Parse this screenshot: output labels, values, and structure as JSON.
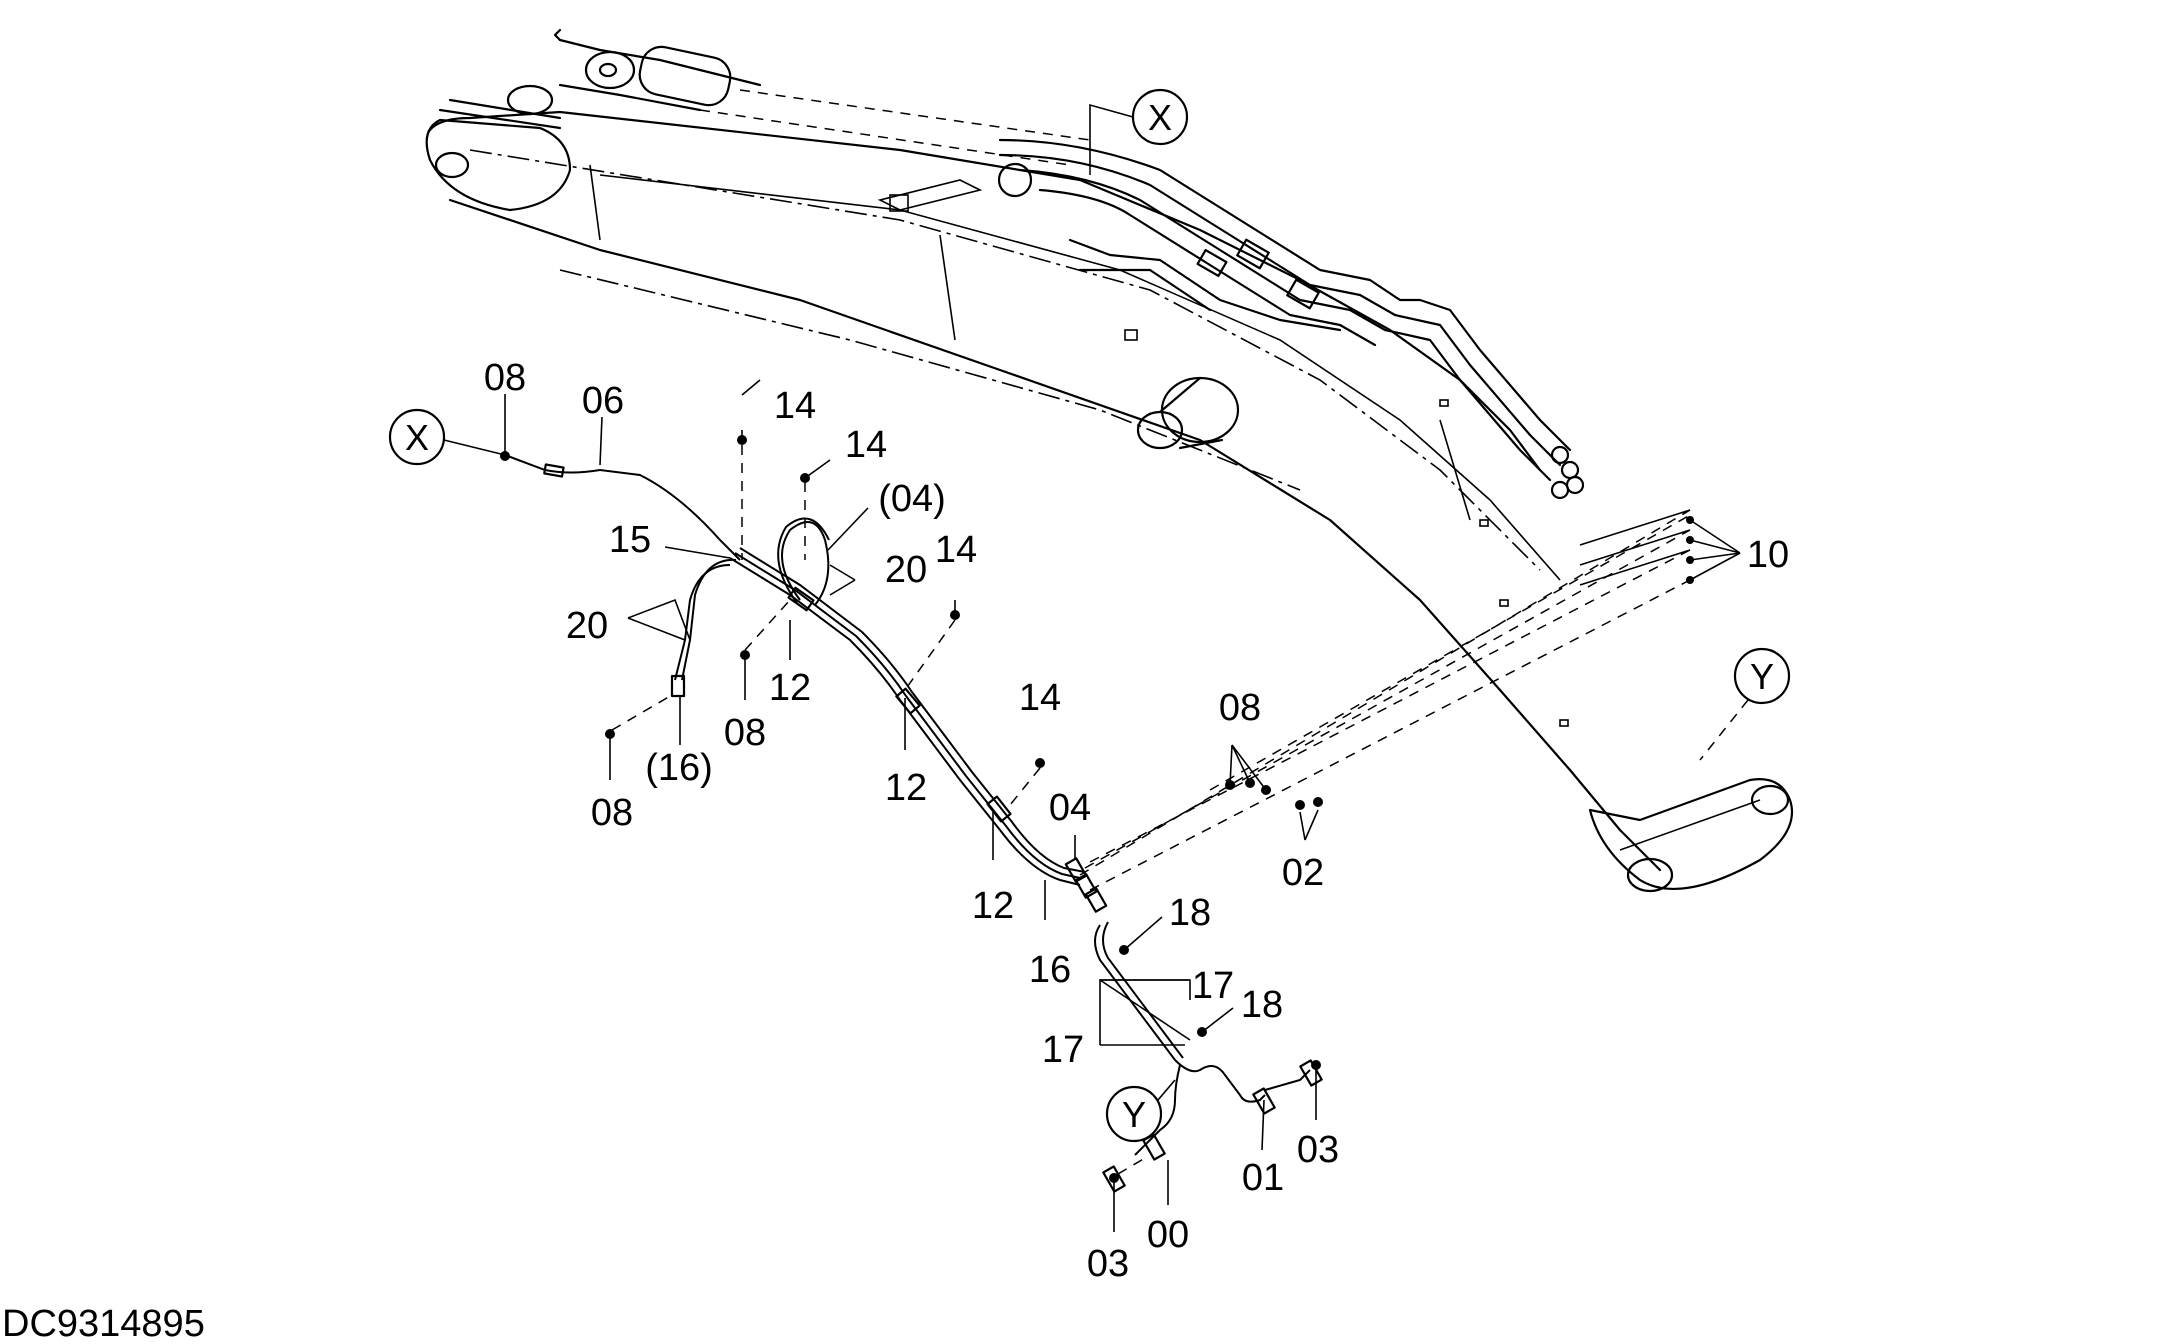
{
  "drawing_code": "DC9314895",
  "reference_markers": {
    "x": "X",
    "y": "Y"
  },
  "part_labels": {
    "p00": "00",
    "p01": "01",
    "p02": "02",
    "p03a": "03",
    "p03b": "03",
    "p04": "04",
    "p04_paren": "(04)",
    "p06": "06",
    "p08a": "08",
    "p08b": "08",
    "p08c": "08",
    "p08d": "08",
    "p10": "10",
    "p12a": "12",
    "p12b": "12",
    "p12c": "12",
    "p14a": "14",
    "p14b": "14",
    "p14c": "14",
    "p14d": "14",
    "p15": "15",
    "p16": "16",
    "p16_paren": "(16)",
    "p17a": "17",
    "p17b": "17",
    "p18a": "18",
    "p18b": "18",
    "p20a": "20",
    "p20b": "20"
  }
}
